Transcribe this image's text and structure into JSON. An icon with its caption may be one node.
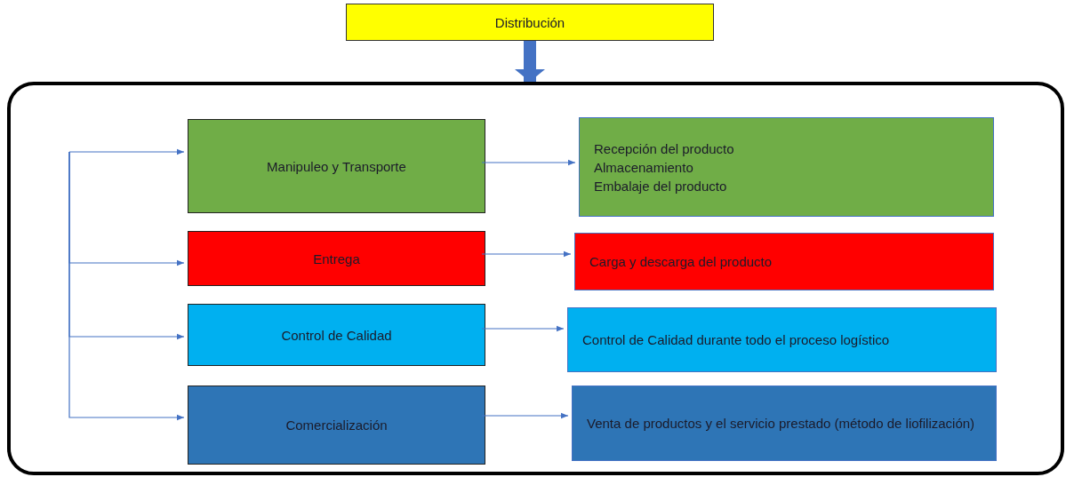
{
  "diagram": {
    "nodes": [
      {
        "text": [
          "Distribución"
        ]
      },
      {
        "text": [],
        "shape": "box"
      },
      {
        "text": [
          "Manipuleo y Transporte"
        ],
        "in": 1
      },
      {
        "text": [
          "Entrega"
        ],
        "in": 1
      },
      {
        "text": [
          "Control de Calidad"
        ],
        "in": 1
      },
      {
        "text": [
          "Comercialización"
        ],
        "in": 1
      },
      {
        "text": [
          "Recepción del producto",
          "Almacenamiento",
          "Embalaje del producto"
        ],
        "in": 1
      },
      {
        "text": [
          "Carga y descarga del producto"
        ],
        "in": 1
      },
      {
        "text": [
          "Control de Calidad durante todo el proceso logístico"
        ],
        "in": 1
      },
      {
        "text": [
          "Venta de productos y el servicio prestado (método de liofilización)"
        ],
        "in": 1
      }
    ],
    "edges": [
      {
        "from": 0,
        "to": 1,
        "arrow": "to",
        "style": "thick"
      },
      {
        "from": null,
        "to": 2,
        "arrow": "to"
      },
      {
        "from": null,
        "to": 3,
        "arrow": "to"
      },
      {
        "from": null,
        "to": 4,
        "arrow": "to"
      },
      {
        "from": null,
        "to": 5,
        "arrow": "to"
      },
      {
        "from": 2,
        "to": 6,
        "arrow": "to"
      },
      {
        "from": 3,
        "to": 7,
        "arrow": "to"
      },
      {
        "from": 4,
        "to": 8,
        "arrow": "to"
      },
      {
        "from": 5,
        "to": 9,
        "arrow": "to"
      }
    ]
  }
}
